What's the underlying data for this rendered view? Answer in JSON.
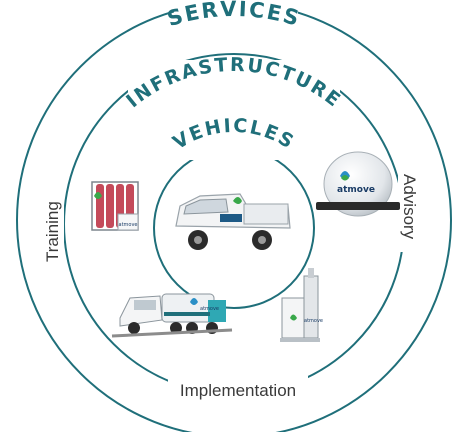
{
  "diagram": {
    "colors": {
      "ring": "#1f6f7a",
      "heading_text": "#1f6f7a",
      "label_text": "#3a3a3a",
      "brand_green": "#39a84a",
      "brand_blue": "#2a8fc6",
      "brand_text": "#1a3c66"
    },
    "headings": {
      "outer": "SERVICES",
      "middle": "INFRASTRUCTURE",
      "inner": "VEHICLES"
    },
    "labels": {
      "left": "Training",
      "right": "Advisory",
      "bottom": "Implementation"
    },
    "products": [
      {
        "name": "electric-pickup",
        "caption": ""
      },
      {
        "name": "hydrogen-dome-tank",
        "brand": "atmove"
      },
      {
        "name": "gas-cylinder-rack",
        "brand": "atmove"
      },
      {
        "name": "tanker-truck",
        "brand": "atmove"
      },
      {
        "name": "refuelling-dispenser",
        "brand": "atmove"
      }
    ]
  }
}
